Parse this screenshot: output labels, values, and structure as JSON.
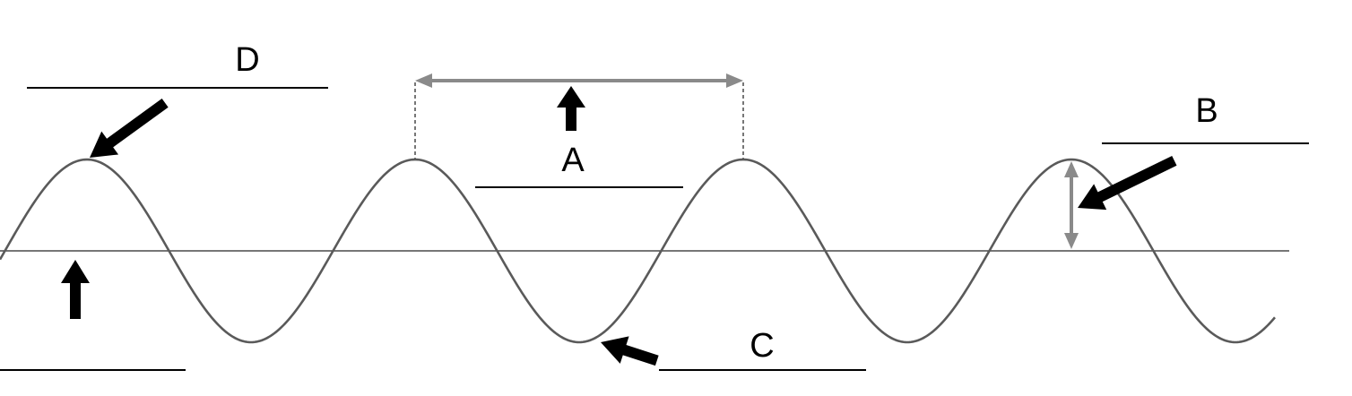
{
  "labels": {
    "a": "A",
    "b": "B",
    "c": "C",
    "d": "D"
  },
  "colors": {
    "wave": "#5a5a5a",
    "measure_arrow": "#8a8a8a",
    "pointer_arrow": "#000000",
    "background": "#ffffff"
  }
}
